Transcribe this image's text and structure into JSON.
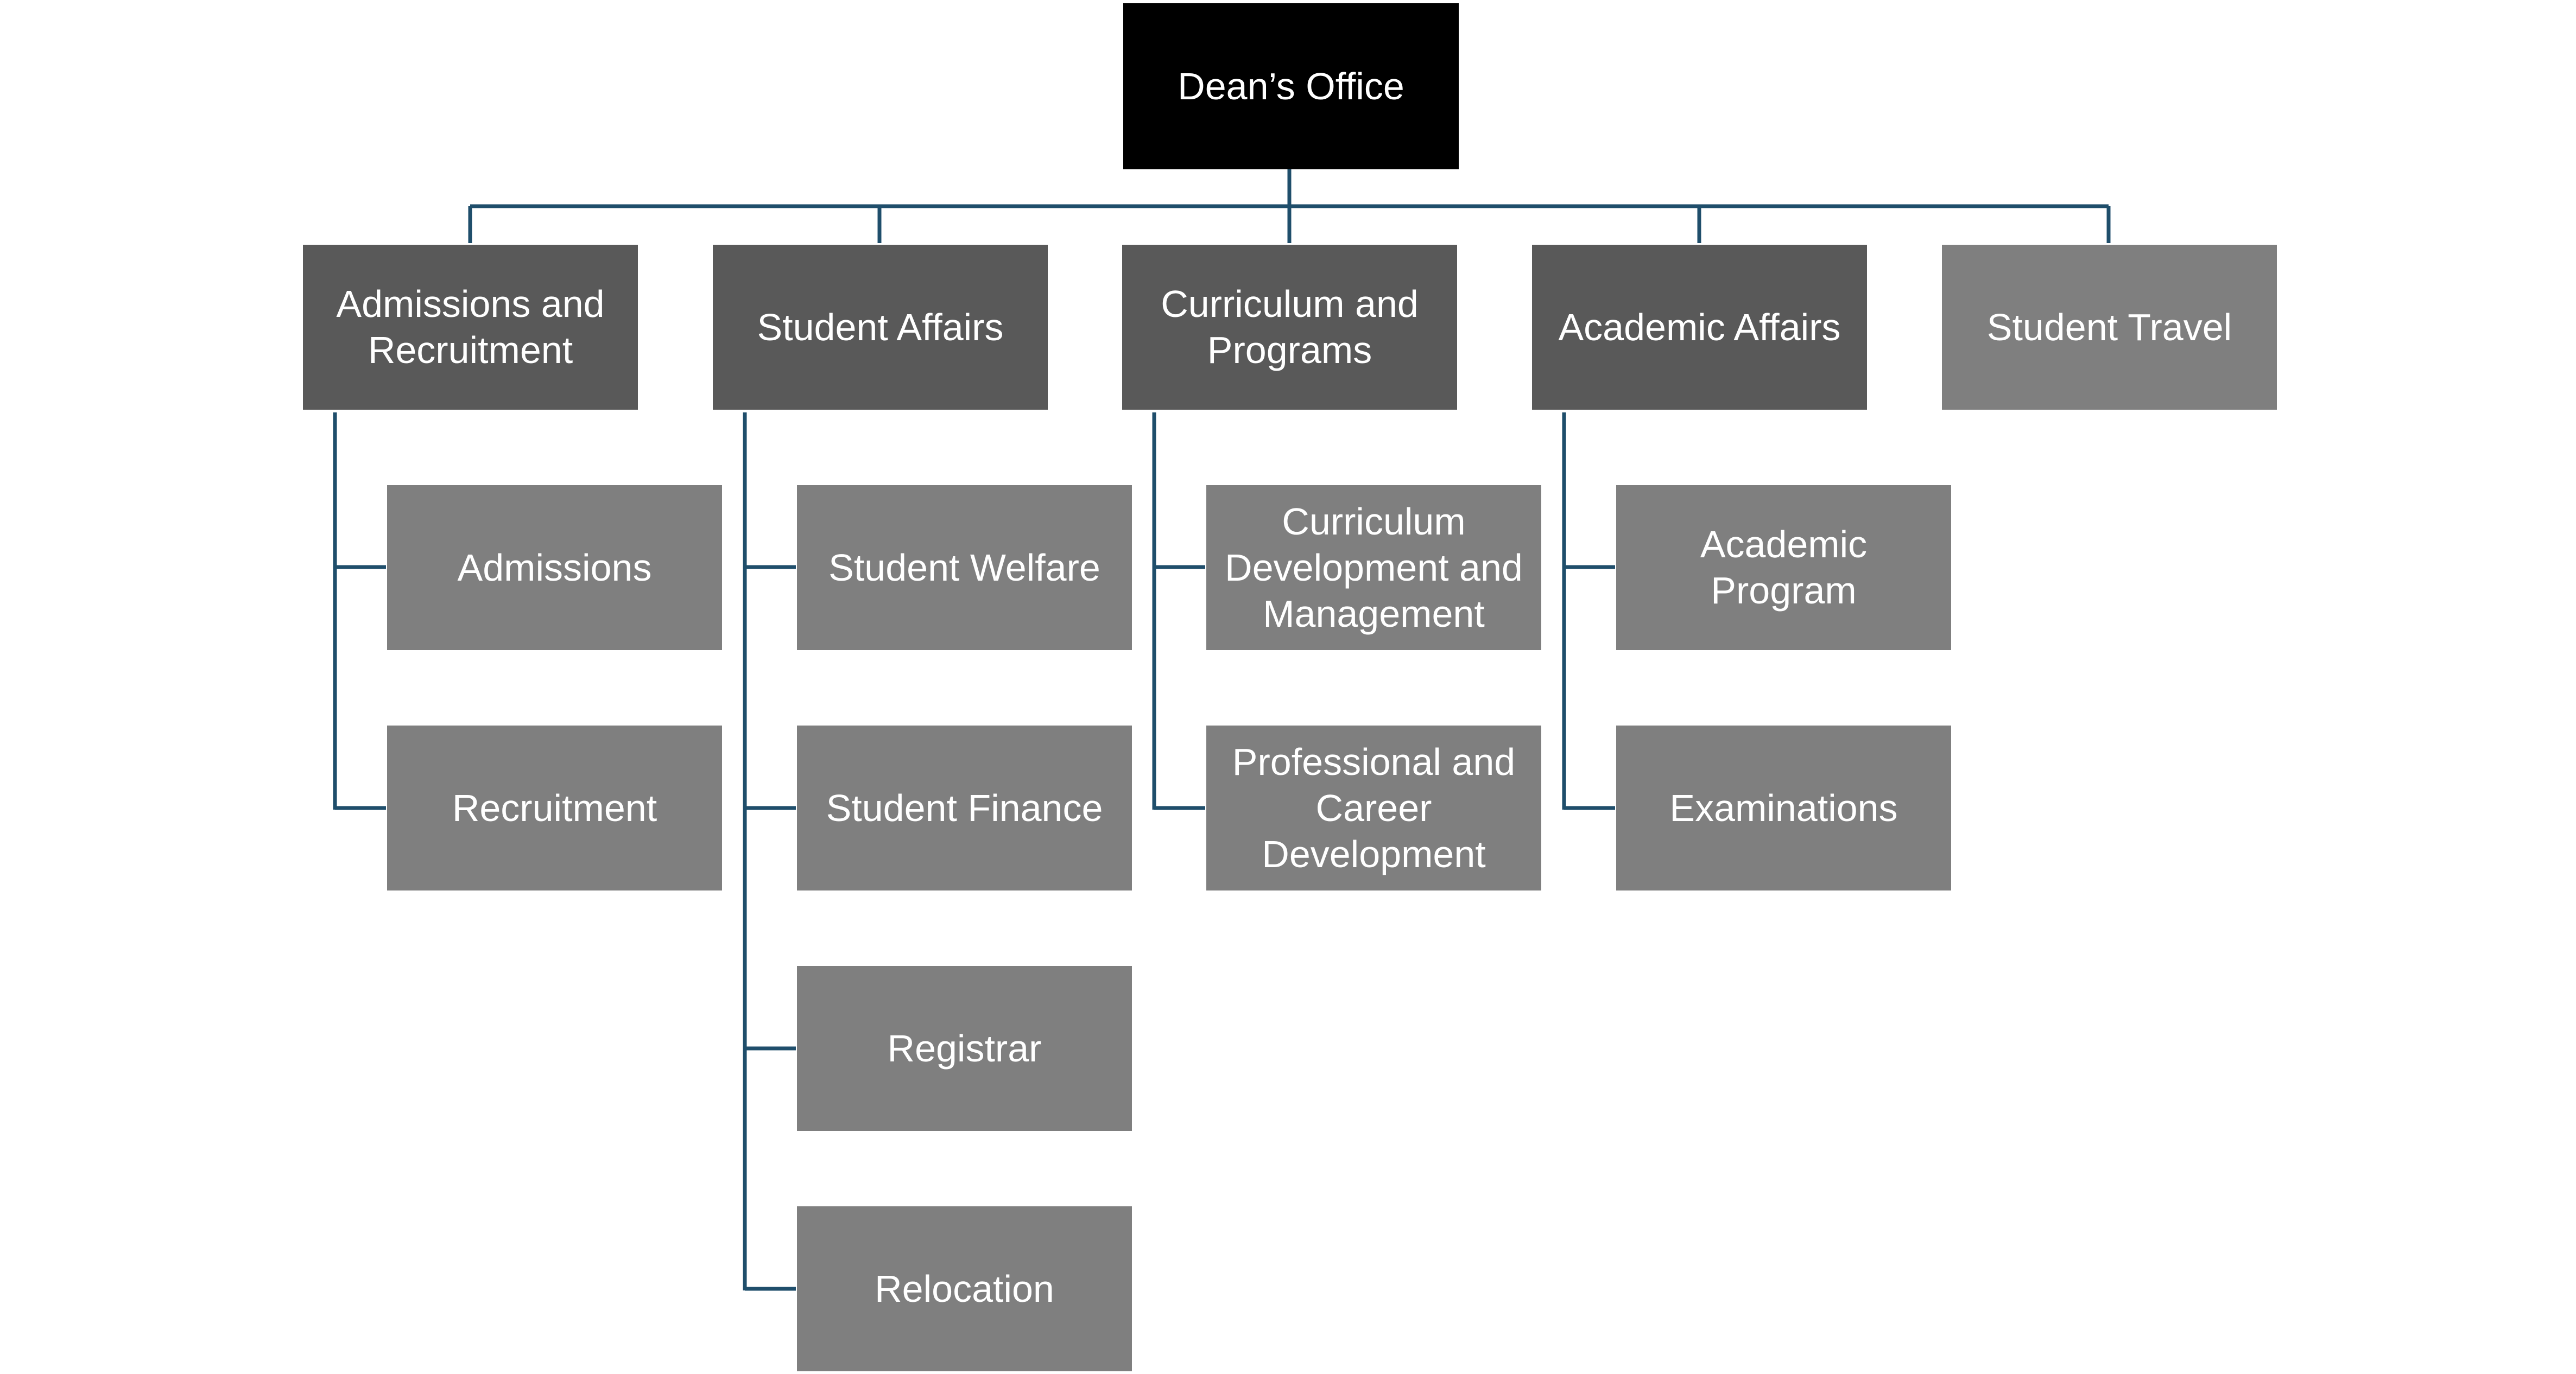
{
  "root": {
    "label": "Dean’s Office"
  },
  "departments": [
    {
      "label": "Admissions and Recruitment",
      "children": [
        "Admissions",
        "Recruitment"
      ]
    },
    {
      "label": "Student Affairs",
      "children": [
        "Student Welfare",
        "Student Finance",
        "Registrar",
        "Relocation"
      ]
    },
    {
      "label": "Curriculum and Programs",
      "children": [
        "Curriculum Development and Management",
        "Professional and Career Development"
      ]
    },
    {
      "label": "Academic Affairs",
      "children": [
        "Academic Program",
        "Examinations"
      ]
    },
    {
      "label": "Student Travel",
      "children": []
    }
  ],
  "colors": {
    "root": "#000000",
    "department": "#595959",
    "department_leaf": "#7f7f7f",
    "unit": "#7f7f7f",
    "connector": "#1f4e6b"
  }
}
